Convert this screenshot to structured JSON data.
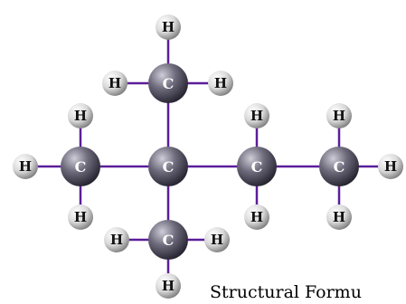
{
  "caption": "Structural Formu",
  "colors": {
    "bond": "#5b1e9a",
    "carbon_light": "#a7a4b3",
    "carbon_dark": "#2f2c3b",
    "hydrogen_light": "#ffffff",
    "hydrogen_dark": "#8a8a8a",
    "carbon_text": "#ffffff",
    "hydrogen_text": "#111111"
  },
  "atoms": {
    "c_top": "C",
    "c_left": "C",
    "c_center": "C",
    "c_right1": "C",
    "c_right2": "C",
    "c_bottom": "C",
    "h_top_top": "H",
    "h_top_left": "H",
    "h_top_right": "H",
    "h_left_top": "H",
    "h_left_left": "H",
    "h_left_bottom": "H",
    "h_right1_top": "H",
    "h_right1_bottom": "H",
    "h_right2_top": "H",
    "h_right2_right": "H",
    "h_right2_bottom": "H",
    "h_bottom_left": "H",
    "h_bottom_right": "H",
    "h_bottom_bottom": "H"
  }
}
